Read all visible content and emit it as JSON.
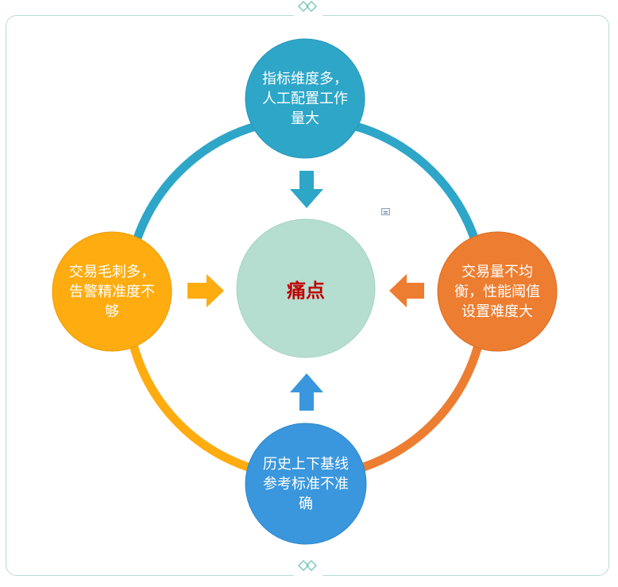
{
  "diagram": {
    "center": {
      "label": "痛点"
    },
    "nodes": [
      {
        "id": "top",
        "text": "指标维度多，\n人工配置工作\n量大",
        "color": "#2ea6c8"
      },
      {
        "id": "right",
        "text": "交易量不均\n衡，性能阈值\n设置难度大",
        "color": "#ed7d31"
      },
      {
        "id": "bottom",
        "text": "历史上下基线\n参考标准不准\n确",
        "color": "#3a97dd"
      },
      {
        "id": "left",
        "text": "交易毛刺多，\n告警精准度不\n够",
        "color": "#ffac10"
      }
    ],
    "colors": {
      "center_fill": "#b5ddd0",
      "center_text": "#c00000",
      "frame_border": "#b5dcd6"
    }
  }
}
